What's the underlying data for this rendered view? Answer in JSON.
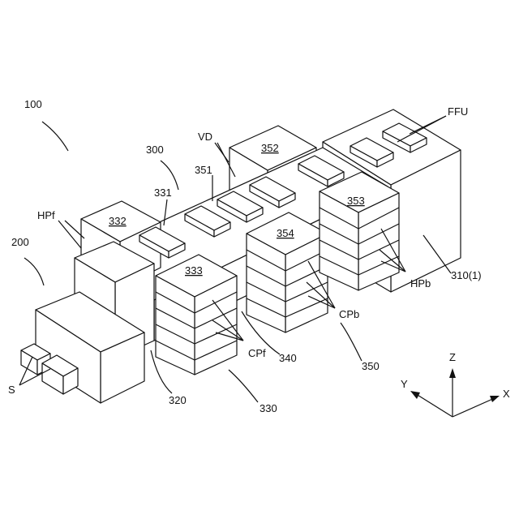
{
  "labels": {
    "system": "100",
    "load_port_unit": "200",
    "main_unit": "300",
    "front_section": "330",
    "front_top_module": "331",
    "front_module_1": "332",
    "front_module_2": "333",
    "middle_section": "340",
    "rear_top_module": "351",
    "rear_module_1": "352",
    "rear_module_2": "353",
    "rear_module_3": "354",
    "rear_section": "350",
    "transfer_zone_front": "320",
    "rear_unit": "310(1)",
    "hp_front": "HPf",
    "hp_back": "HPb",
    "cp_front": "CPf",
    "cp_back": "CPb",
    "vertical_duct": "VD",
    "fan_filter_unit": "FFU",
    "substrate": "S"
  },
  "axes": {
    "x": "X",
    "y": "Y",
    "z": "Z"
  }
}
